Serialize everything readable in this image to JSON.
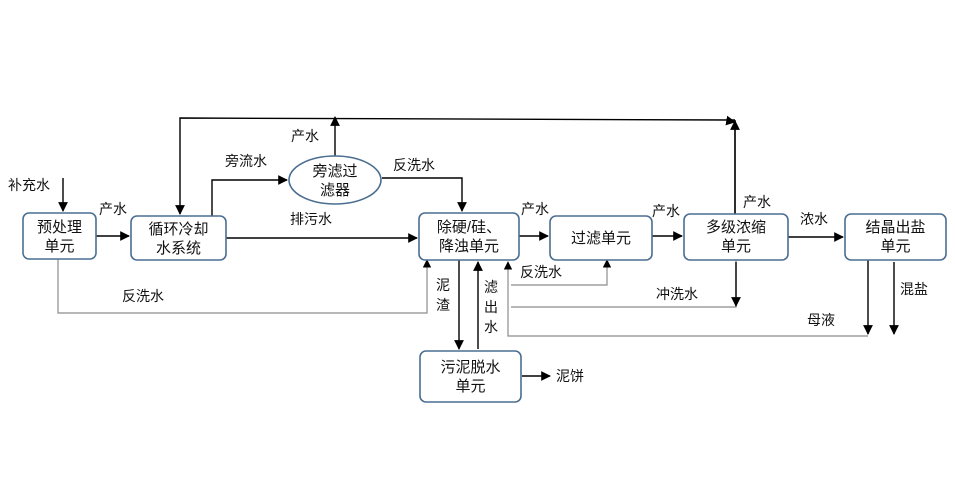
{
  "nodes": {
    "pretreat": [
      "预处理",
      "单元"
    ],
    "cooling": [
      "循环冷却",
      "水系统"
    ],
    "sidefilter": [
      "旁滤过",
      "滤器"
    ],
    "softening": [
      "除硬/硅、",
      "降浊单元"
    ],
    "filter": [
      "过滤单元"
    ],
    "concentrate": [
      "多级浓缩",
      "单元"
    ],
    "crystal": [
      "结晶出盐",
      "单元"
    ],
    "sludge": [
      "污泥脱水",
      "单元"
    ]
  },
  "labels": {
    "makeup": "补充水",
    "product1": "产水",
    "bypass": "旁流水",
    "product_top": "产水",
    "backwash_side": "反洗水",
    "blowdown": "排污水",
    "backwash_pre": "反洗水",
    "product2": "产水",
    "product3": "产水",
    "product4": "产水",
    "backwash_filter": "反洗水",
    "flush": "冲洗水",
    "brine": "浓水",
    "mother": "母液",
    "mixsalt": "混盐",
    "sludge_a": "泥",
    "sludge_b": "渣",
    "filtrate_a": "滤",
    "filtrate_b": "出",
    "filtrate_c": "水",
    "cake": "泥饼"
  }
}
